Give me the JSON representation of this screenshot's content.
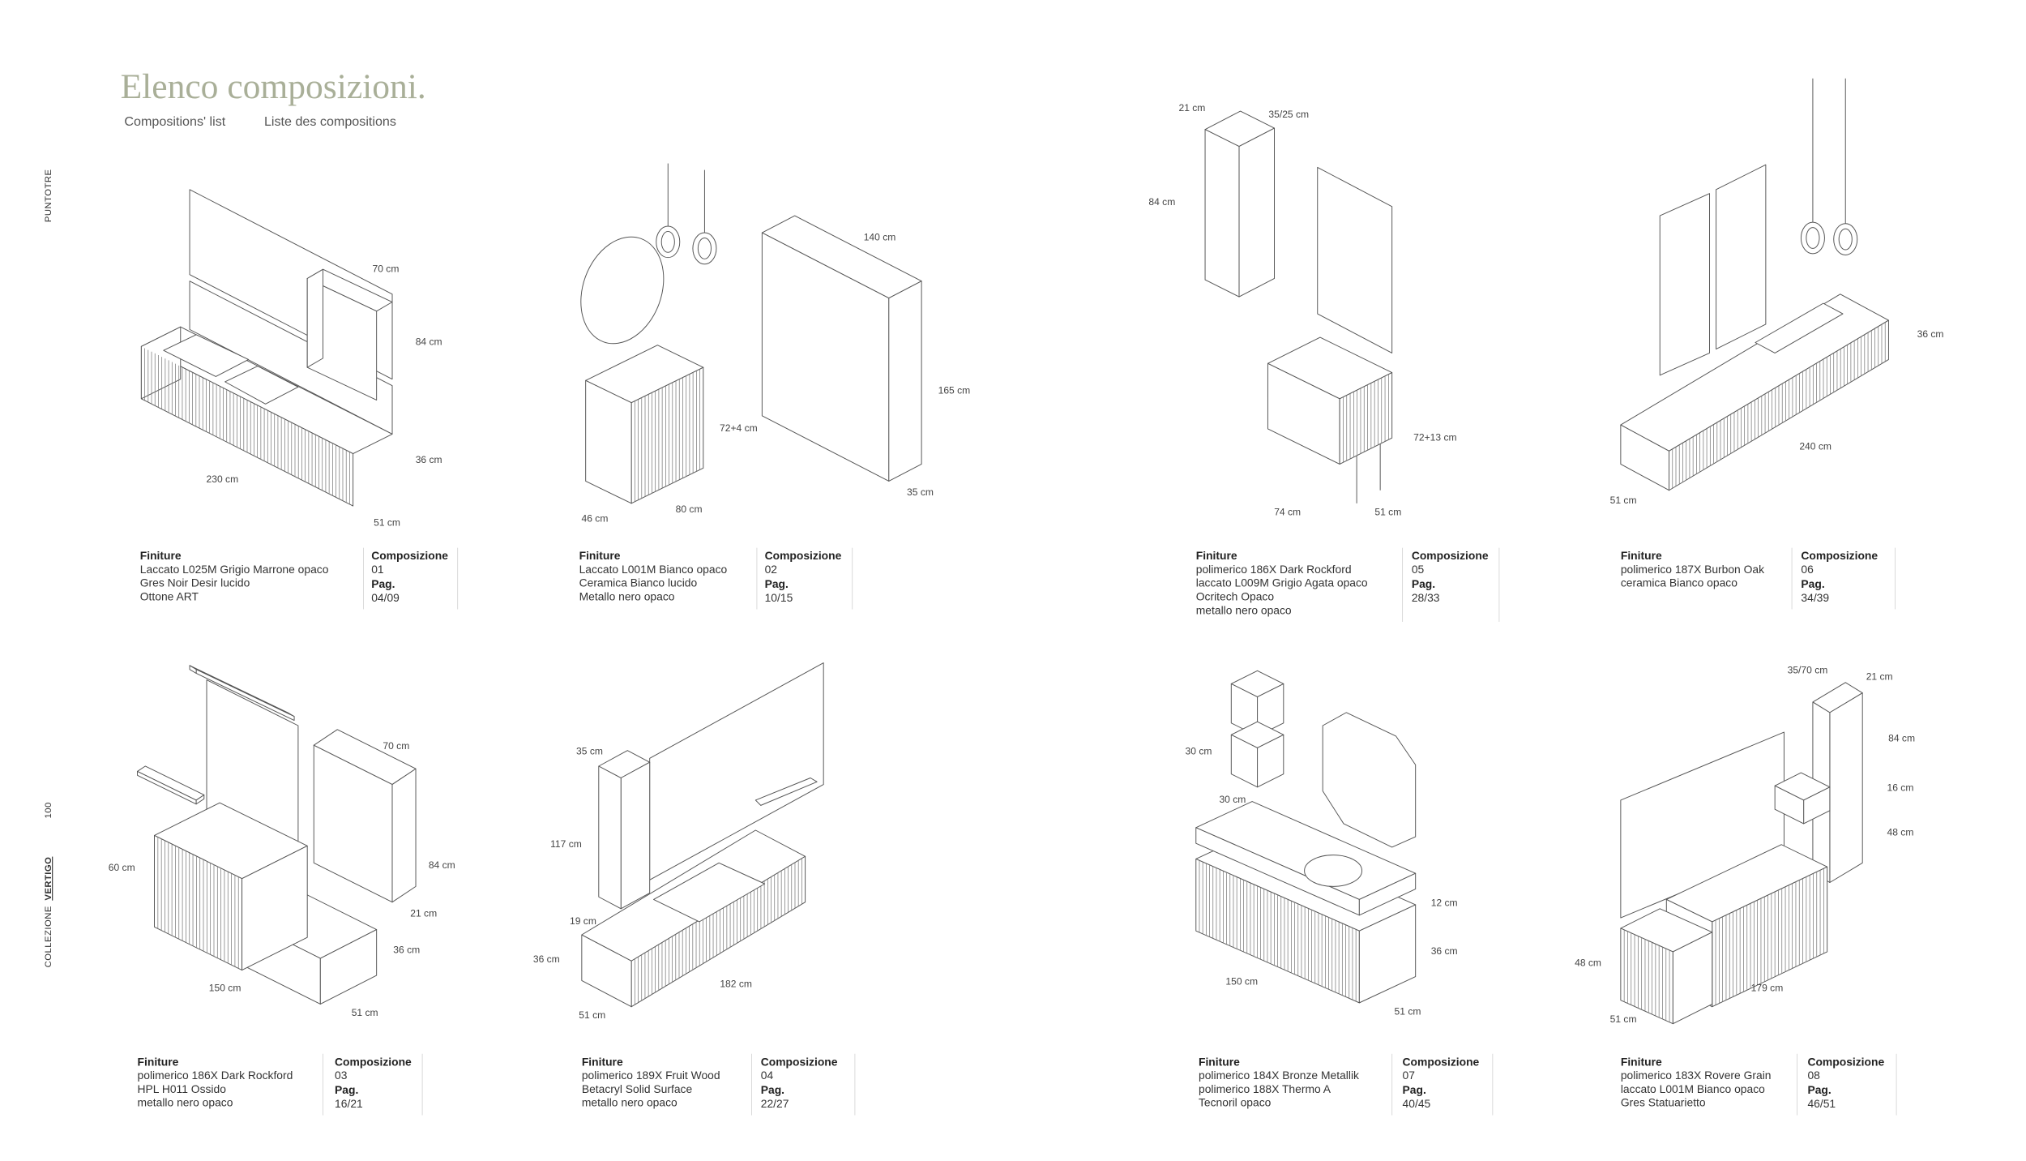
{
  "header": {
    "title": "Elenco composizioni.",
    "subtitle_en": "Compositions' list",
    "subtitle_fr": "Liste des compositions"
  },
  "side": {
    "brand": "PUNTOTRE",
    "page_number": "100",
    "collection_label": "COLLEZIONE",
    "collection_name": "VERTIGO"
  },
  "compositions": [
    {
      "finiture_label": "Finiture",
      "finiture": [
        "Laccato L025M Grigio Marrone opaco",
        "Gres Noir Desir lucido",
        "Ottone ART"
      ],
      "composizione_label": "Composizione",
      "number": "01",
      "pag_label": "Pag.",
      "pages": "04/09",
      "dimensions": [
        "70 cm",
        "84 cm",
        "36 cm",
        "230 cm",
        "51 cm"
      ]
    },
    {
      "finiture_label": "Finiture",
      "finiture": [
        "Laccato L001M Bianco opaco",
        "Ceramica Bianco lucido",
        "Metallo nero opaco"
      ],
      "composizione_label": "Composizione",
      "number": "02",
      "pag_label": "Pag.",
      "pages": "10/15",
      "dimensions": [
        "72+4 cm",
        "80 cm",
        "46 cm",
        "140 cm",
        "165 cm",
        "35 cm"
      ]
    },
    {
      "finiture_label": "Finiture",
      "finiture": [
        "polimerico 186X Dark Rockford",
        "laccato L009M Grigio Agata opaco",
        "Ocritech Opaco",
        "metallo nero opaco"
      ],
      "composizione_label": "Composizione",
      "number": "05",
      "pag_label": "Pag.",
      "pages": "28/33",
      "dimensions": [
        "21 cm",
        "35/25 cm",
        "84 cm",
        "72+13 cm",
        "74 cm",
        "51 cm"
      ]
    },
    {
      "finiture_label": "Finiture",
      "finiture": [
        "polimerico 187X Burbon Oak",
        "ceramica Bianco opaco"
      ],
      "composizione_label": "Composizione",
      "number": "06",
      "pag_label": "Pag.",
      "pages": "34/39",
      "dimensions": [
        "36 cm",
        "240 cm",
        "51 cm"
      ]
    },
    {
      "finiture_label": "Finiture",
      "finiture": [
        "polimerico 186X Dark Rockford",
        "HPL H011 Ossido",
        "metallo nero opaco"
      ],
      "composizione_label": "Composizione",
      "number": "03",
      "pag_label": "Pag.",
      "pages": "16/21",
      "dimensions": [
        "70 cm",
        "84 cm",
        "60 cm",
        "21 cm",
        "36 cm",
        "150 cm",
        "51 cm"
      ]
    },
    {
      "finiture_label": "Finiture",
      "finiture": [
        "polimerico 189X Fruit Wood",
        "Betacryl Solid Surface",
        "metallo nero opaco"
      ],
      "composizione_label": "Composizione",
      "number": "04",
      "pag_label": "Pag.",
      "pages": "22/27",
      "dimensions": [
        "35 cm",
        "117 cm",
        "19 cm",
        "36 cm",
        "182 cm",
        "51 cm"
      ]
    },
    {
      "finiture_label": "Finiture",
      "finiture": [
        "polimerico 184X Bronze Metallik",
        "polimerico 188X Thermo A",
        "Tecnoril opaco"
      ],
      "composizione_label": "Composizione",
      "number": "07",
      "pag_label": "Pag.",
      "pages": "40/45",
      "dimensions": [
        "30 cm",
        "30 cm",
        "12 cm",
        "36 cm",
        "150 cm",
        "51 cm"
      ]
    },
    {
      "finiture_label": "Finiture",
      "finiture": [
        "polimerico 183X Rovere Grain",
        "laccato L001M Bianco opaco",
        "Gres Statuarietto"
      ],
      "composizione_label": "Composizione",
      "number": "08",
      "pag_label": "Pag.",
      "pages": "46/51",
      "dimensions": [
        "35/70 cm",
        "21 cm",
        "84 cm",
        "16 cm",
        "48 cm",
        "48 cm",
        "179 cm",
        "51 cm"
      ]
    }
  ]
}
